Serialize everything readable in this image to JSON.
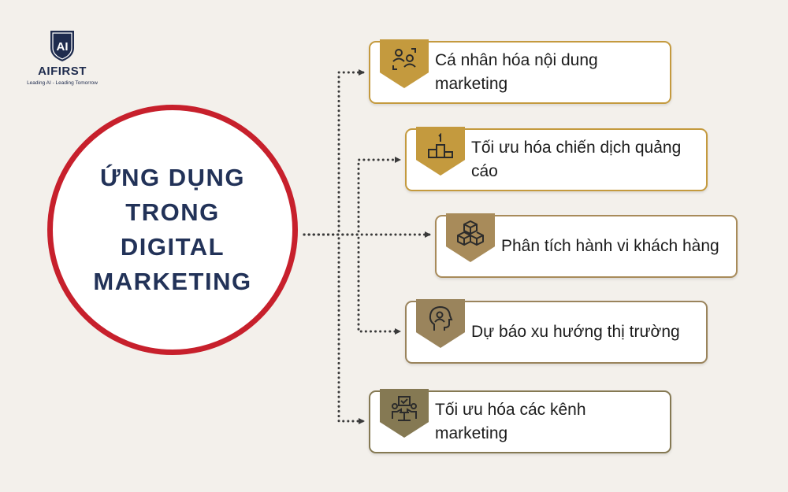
{
  "logo": {
    "mark_text": "AI",
    "name": "AIFIRST",
    "tagline": "Leading AI - Leading Tomorrow"
  },
  "center": {
    "title": "ỨNG DỤNG\nTRONG\nDIGITAL\nMARKETING"
  },
  "items": [
    {
      "label": "Cá nhân hóa nội dung marketing",
      "icon": "user-swap-icon",
      "color": "#c49a3e"
    },
    {
      "label": "Tối ưu hóa chiến dịch quảng cáo",
      "icon": "podium-icon",
      "color": "#c49a3e"
    },
    {
      "label": "Phân tích hành vi khách hàng",
      "icon": "boxes-icon",
      "color": "#a88b5a"
    },
    {
      "label": "Dự báo xu hướng thị trường",
      "icon": "head-user-icon",
      "color": "#9a845c"
    },
    {
      "label": "Tối ưu hóa các kênh marketing",
      "icon": "team-check-icon",
      "color": "#857953"
    }
  ],
  "colors": {
    "background": "#f3f0eb",
    "circle_border": "#c7202c",
    "title_text": "#223258",
    "connector": "#3a3a3a"
  }
}
